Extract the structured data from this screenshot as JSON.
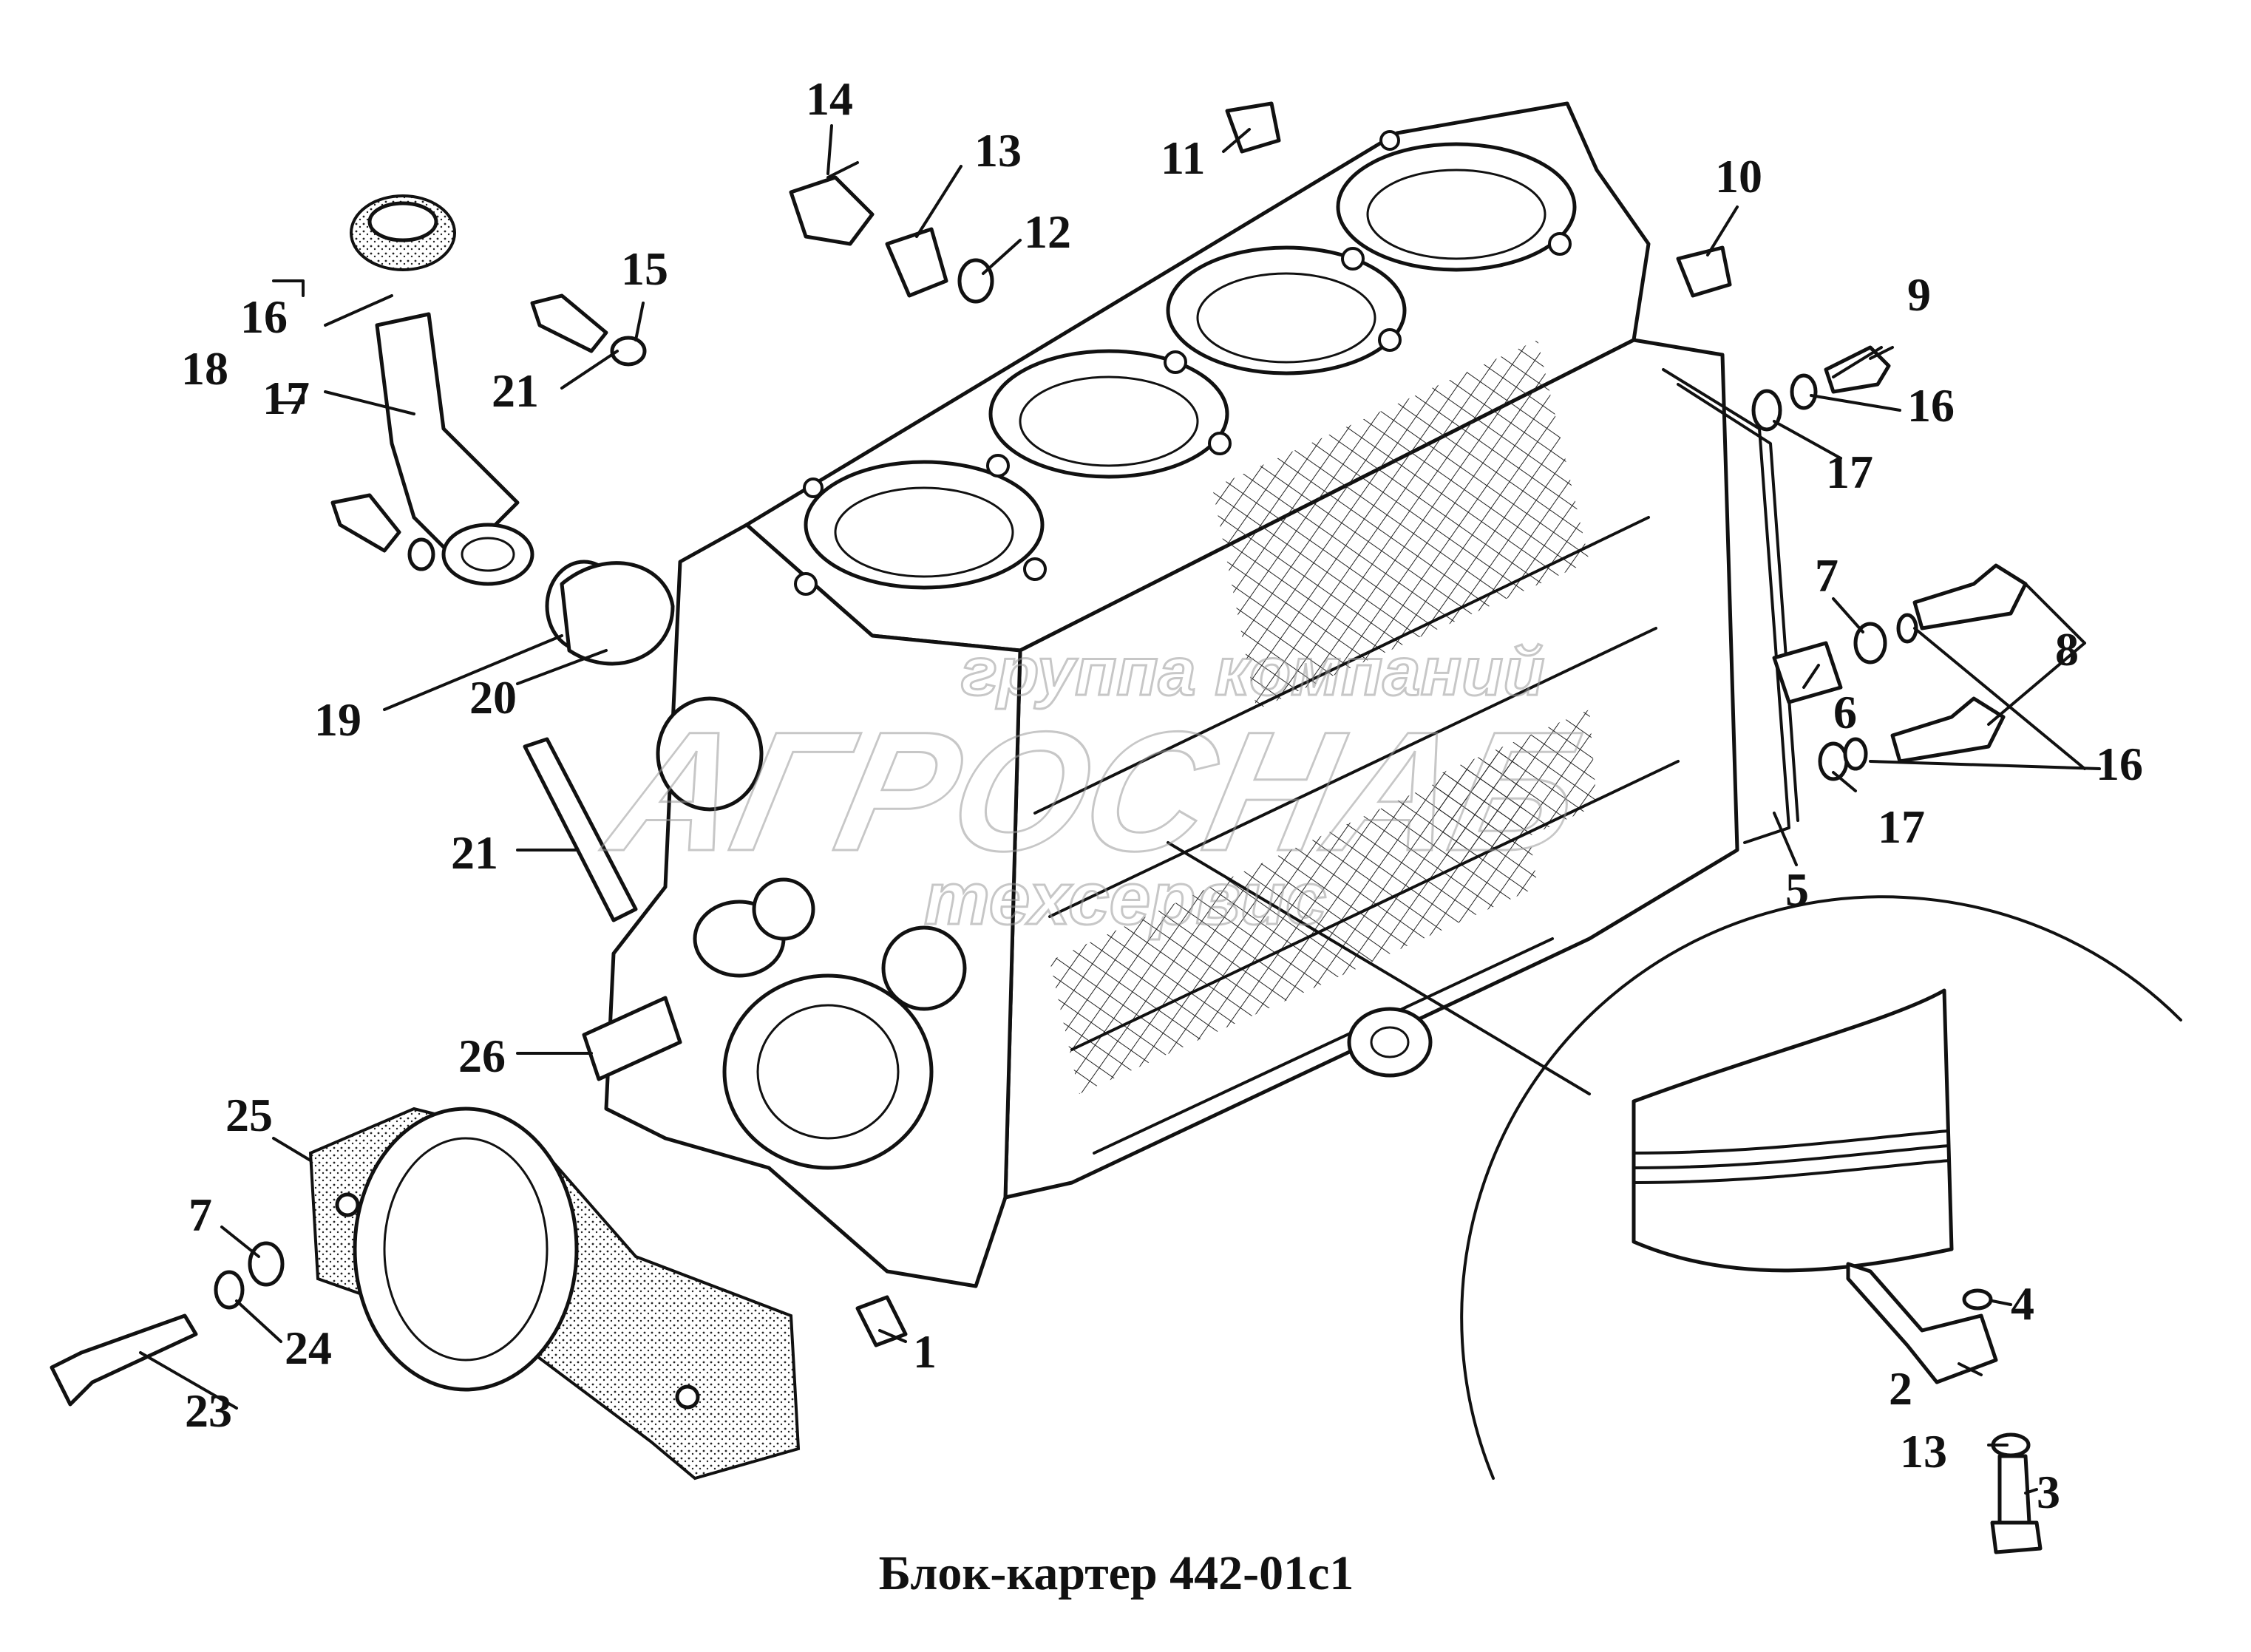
{
  "caption": "Блок-картер 442-01с1",
  "watermark": {
    "line1": "группа компаний",
    "line2": "АГРОСНАБ",
    "line3": "техсервис"
  },
  "callouts": [
    {
      "id": "c14",
      "label": "14"
    },
    {
      "id": "c13a",
      "label": "13"
    },
    {
      "id": "c12",
      "label": "12"
    },
    {
      "id": "c11",
      "label": "11"
    },
    {
      "id": "c10",
      "label": "10"
    },
    {
      "id": "c9",
      "label": "9"
    },
    {
      "id": "c16a",
      "label": "16"
    },
    {
      "id": "c17a",
      "label": "17"
    },
    {
      "id": "c7a",
      "label": "7"
    },
    {
      "id": "c8",
      "label": "8"
    },
    {
      "id": "c6",
      "label": "6"
    },
    {
      "id": "c16b",
      "label": "16"
    },
    {
      "id": "c17b",
      "label": "17"
    },
    {
      "id": "c5",
      "label": "5"
    },
    {
      "id": "c15",
      "label": "15"
    },
    {
      "id": "c21a",
      "label": "21"
    },
    {
      "id": "c16c",
      "label": "16"
    },
    {
      "id": "c18",
      "label": "18"
    },
    {
      "id": "c17c",
      "label": "17"
    },
    {
      "id": "c19",
      "label": "19"
    },
    {
      "id": "c20",
      "label": "20"
    },
    {
      "id": "c21b",
      "label": "21"
    },
    {
      "id": "c26",
      "label": "26"
    },
    {
      "id": "c25",
      "label": "25"
    },
    {
      "id": "c7b",
      "label": "7"
    },
    {
      "id": "c24",
      "label": "24"
    },
    {
      "id": "c23",
      "label": "23"
    },
    {
      "id": "c1",
      "label": "1"
    },
    {
      "id": "c4",
      "label": "4"
    },
    {
      "id": "c2",
      "label": "2"
    },
    {
      "id": "c13b",
      "label": "13"
    },
    {
      "id": "c3",
      "label": "3"
    }
  ]
}
